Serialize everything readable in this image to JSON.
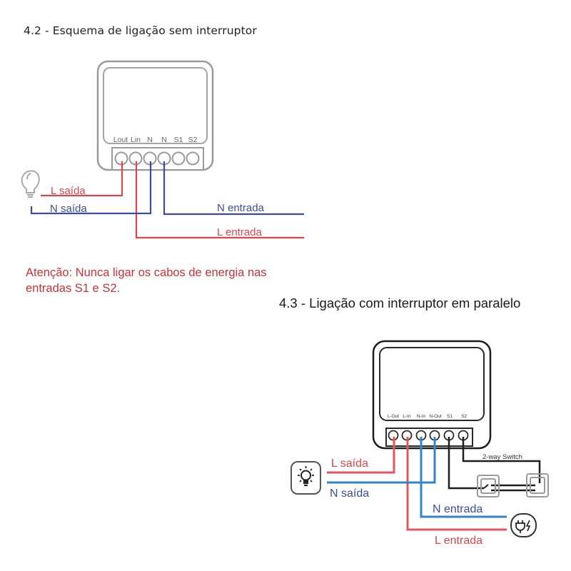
{
  "section_42": {
    "title": "4.2 - Esquema de ligação sem interruptor",
    "terminals": [
      "Lout",
      "Lin",
      "N",
      "N",
      "S1",
      "S2"
    ],
    "wires": {
      "l_saida": "L saída",
      "n_saida": "N saída",
      "n_entrada": "N entrada",
      "l_entrada": "L entrada"
    },
    "warning": "Atenção: Nunca ligar os cabos de energia nas entradas S1 e S2."
  },
  "section_43": {
    "title": "4.3 - Ligação com interruptor em paralelo",
    "terminals": [
      "L-Out",
      "L-In",
      "N-In",
      "N-Out",
      "S1",
      "S2"
    ],
    "switch_label": "2-way Switch",
    "wires": {
      "l_saida": "L saída",
      "n_saida": "N saída",
      "n_entrada": "N entrada",
      "l_entrada": "L entrada"
    },
    "icons": [
      "light-bulb-icon",
      "lamp-icon",
      "power-plug-icon",
      "two-way-switch-icon"
    ]
  },
  "colors": {
    "live_red": "#d9474f",
    "neutral_blue_1": "#3b4da0",
    "neutral_blue_2": "#2f86cc",
    "switch_black": "#1e1e1e",
    "device_gray": "#9a9a9a",
    "warning_red": "#c8323a"
  }
}
